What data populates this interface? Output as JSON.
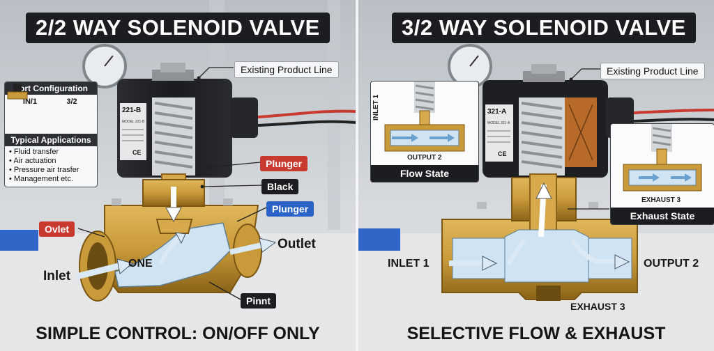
{
  "left": {
    "title": "2/2 WAY SOLENOID VALVE",
    "footer": "SIMPLE CONTROL: ON/OFF ONLY",
    "coil_text": {
      "model_number": "221-B",
      "model_line": "MODEL 221-B",
      "ce_mark": "CE"
    },
    "labels": {
      "existing_product_line": "Existing Product Line",
      "plunger_red": "Plunger",
      "black": "Black",
      "plunger_blue": "Plunger",
      "ovlet": "Ovlet",
      "outlet": "Outlet",
      "inlet": "Inlet",
      "one": "ONE",
      "pinnt": "Pinnt"
    },
    "info_box": {
      "header": "Port Configuration",
      "ports": [
        "IN/1",
        "3/2"
      ],
      "apps_header": "Typical Applications",
      "applications": [
        "Fluid transfer",
        "Air actuation",
        "Pressure air trasfer",
        "Management etc."
      ]
    }
  },
  "right": {
    "title": "3/2 WAY SOLENOID VALVE",
    "footer": "SELECTIVE FLOW & EXHAUST",
    "coil_text": {
      "model_number": "321-A",
      "model_line": "MODEL 321-A",
      "ce_mark": "CE"
    },
    "labels": {
      "existing_product_line": "Existing Product Line",
      "inlet_1": "INLET 1",
      "output_2": "OUTPUT 2",
      "exhaust_3": "EXHAUST 3"
    },
    "flow_inset": {
      "inlet": "INLET 1",
      "output": "OUTPUT 2",
      "caption": "Flow State"
    },
    "exhaust_inset": {
      "exhaust": "EXHAUST 3",
      "caption": "Exhaust State"
    }
  },
  "colors": {
    "brass": "#c99a3a",
    "brass_dark": "#8a6318",
    "coil_black": "#1e1f22",
    "flow_blue": "#cfe3f2",
    "tag_red": "#c8392f",
    "tag_blue": "#2a62c5",
    "wire_red": "#c8392f"
  }
}
